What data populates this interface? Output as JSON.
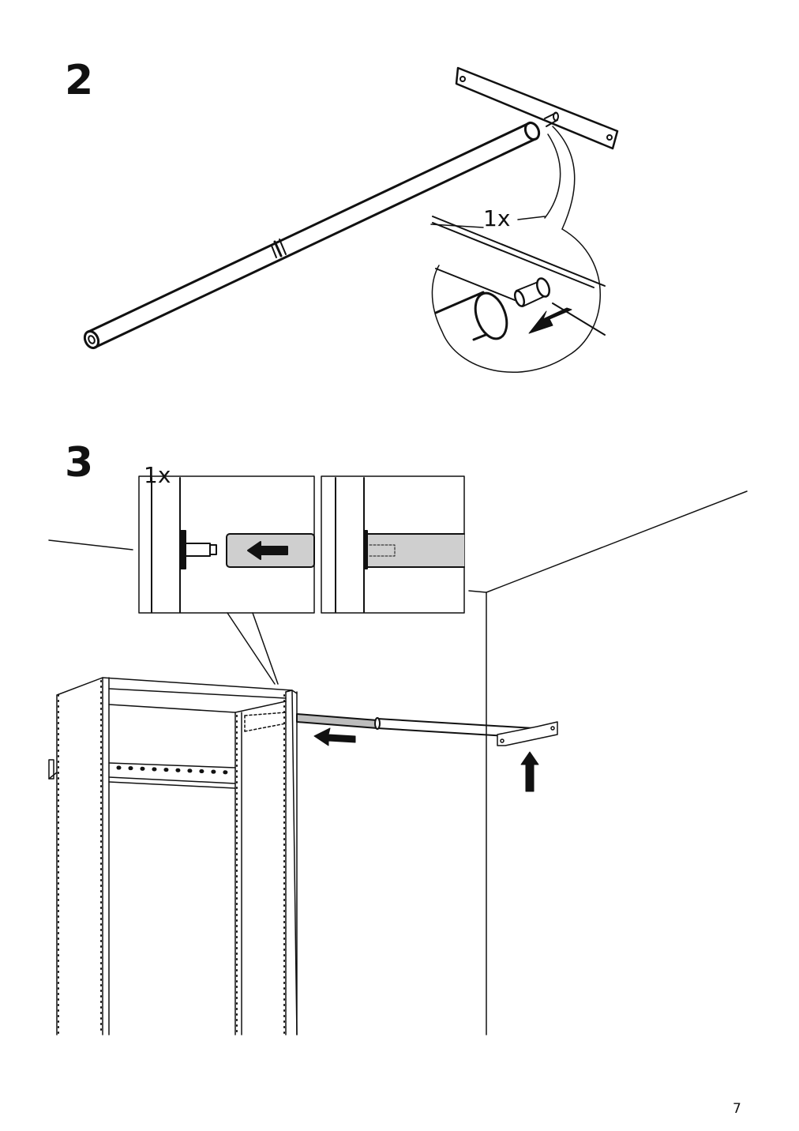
{
  "page": {
    "number": "7"
  },
  "steps": [
    {
      "number": "2",
      "quantity": "1x",
      "icons": [
        "rail-bracket-icon",
        "clothes-rail-icon",
        "dowel-pin-icon",
        "push-arrow-icon"
      ]
    },
    {
      "number": "3",
      "quantity": "1x",
      "icons": [
        "wardrobe-frame-icon",
        "clothes-rail-icon",
        "wall-bracket-icon",
        "push-arrow-icon",
        "up-arrow-icon"
      ]
    }
  ],
  "colors": {
    "line": "#111111",
    "fill_gray": "#cfcfcf",
    "background": "#ffffff"
  }
}
